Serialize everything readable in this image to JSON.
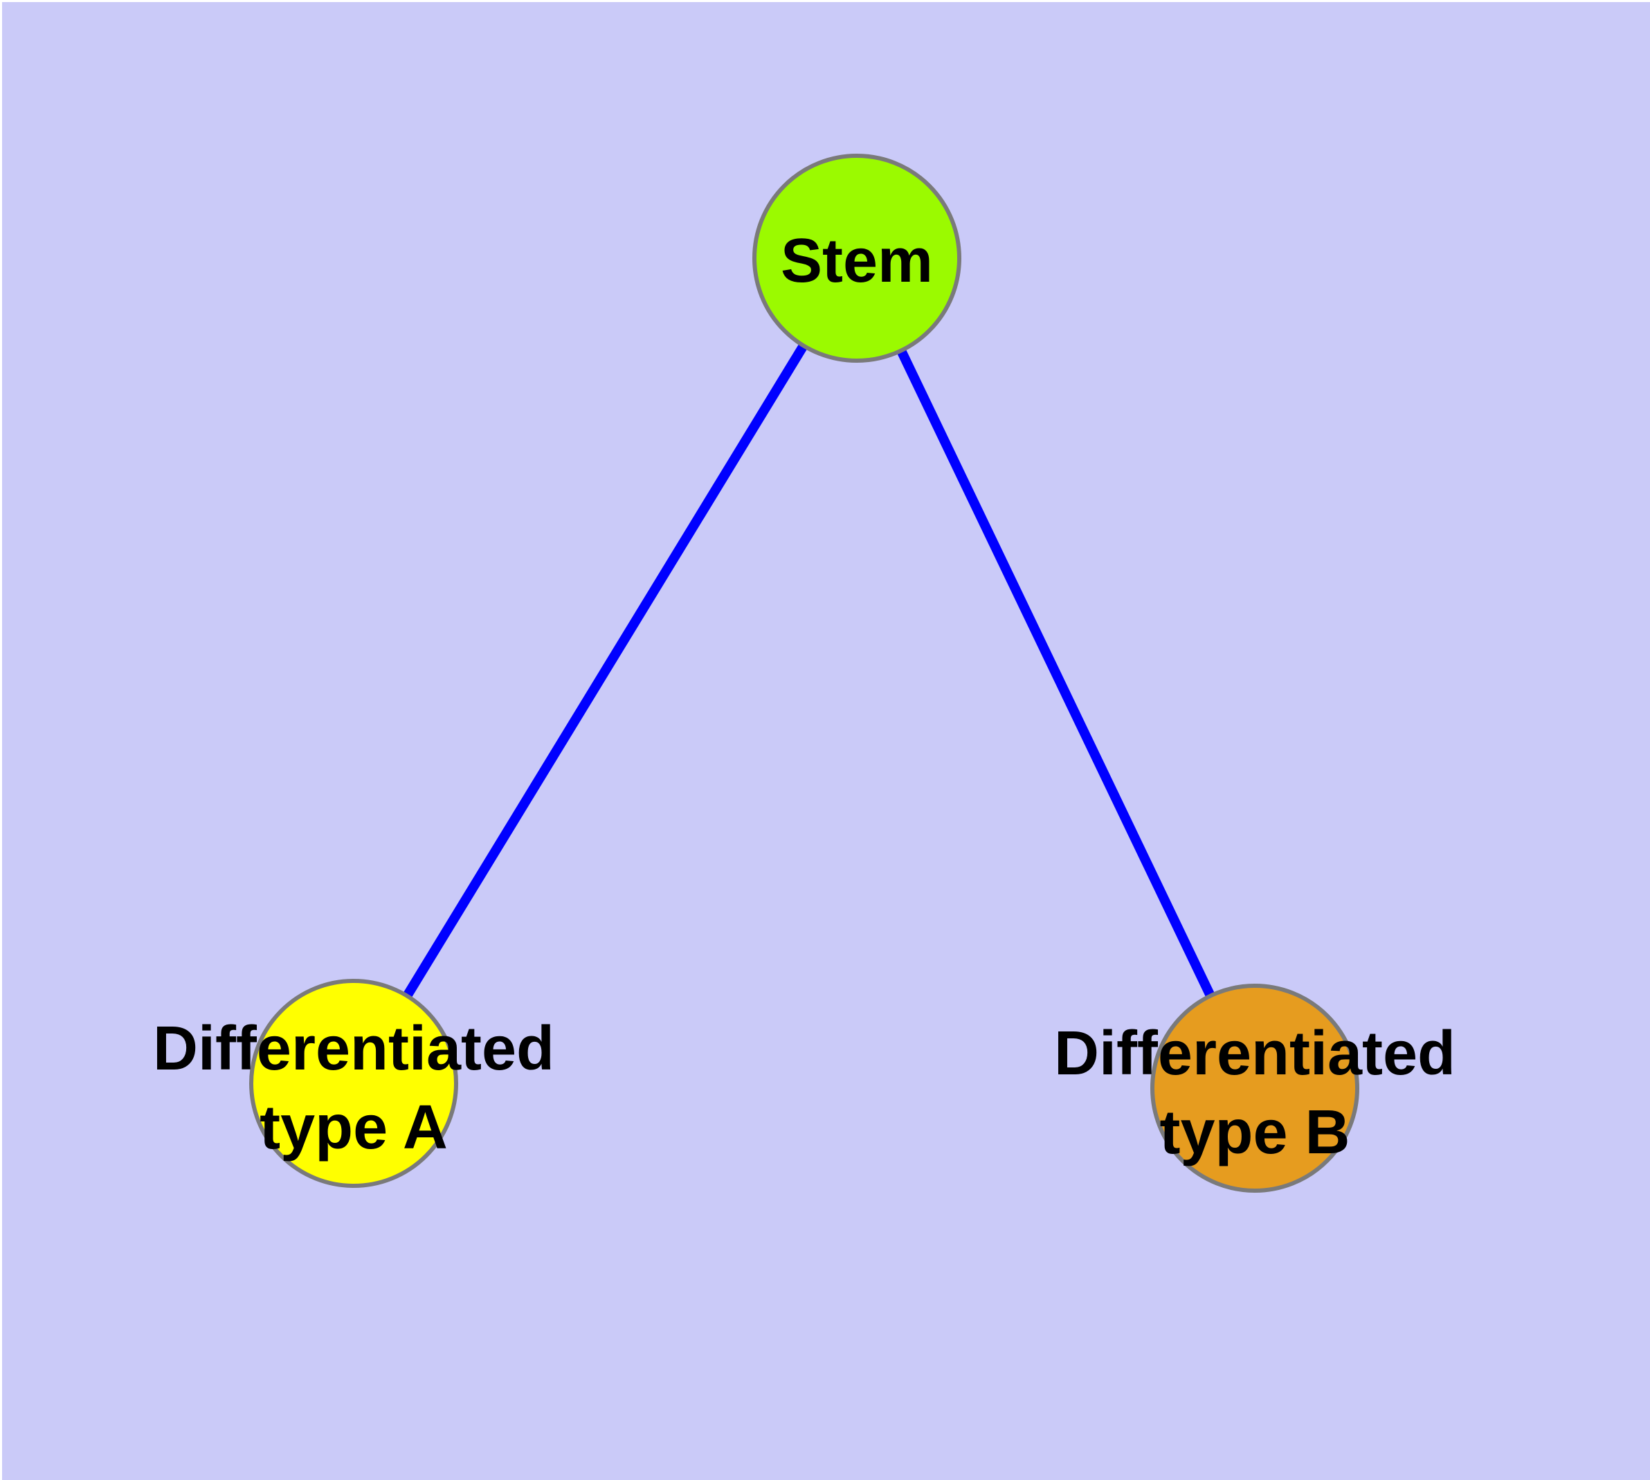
{
  "figure": {
    "kind": "node-link-diagram",
    "background_color": "#CACAF8",
    "text_color": "#000000"
  },
  "edges": {
    "color": "#0000FF",
    "list": [
      {
        "from": "Stem",
        "to": "Differentiated type A"
      },
      {
        "from": "Stem",
        "to": "Differentiated type B"
      }
    ]
  },
  "nodes": {
    "stem": {
      "label": "Stem",
      "fill": "#9BFA00",
      "border": "#7A7A7A"
    },
    "type_a": {
      "label_line1": "Differentiated",
      "label_line2": "type A",
      "full_label": "Differentiated type A",
      "fill": "#FFFF00",
      "border": "#7A7A7A"
    },
    "type_b": {
      "label_line1": "Differentiated",
      "label_line2": "type B",
      "full_label": "Differentiated type B",
      "fill": "#E69C1F",
      "border": "#7A7A7A"
    }
  }
}
